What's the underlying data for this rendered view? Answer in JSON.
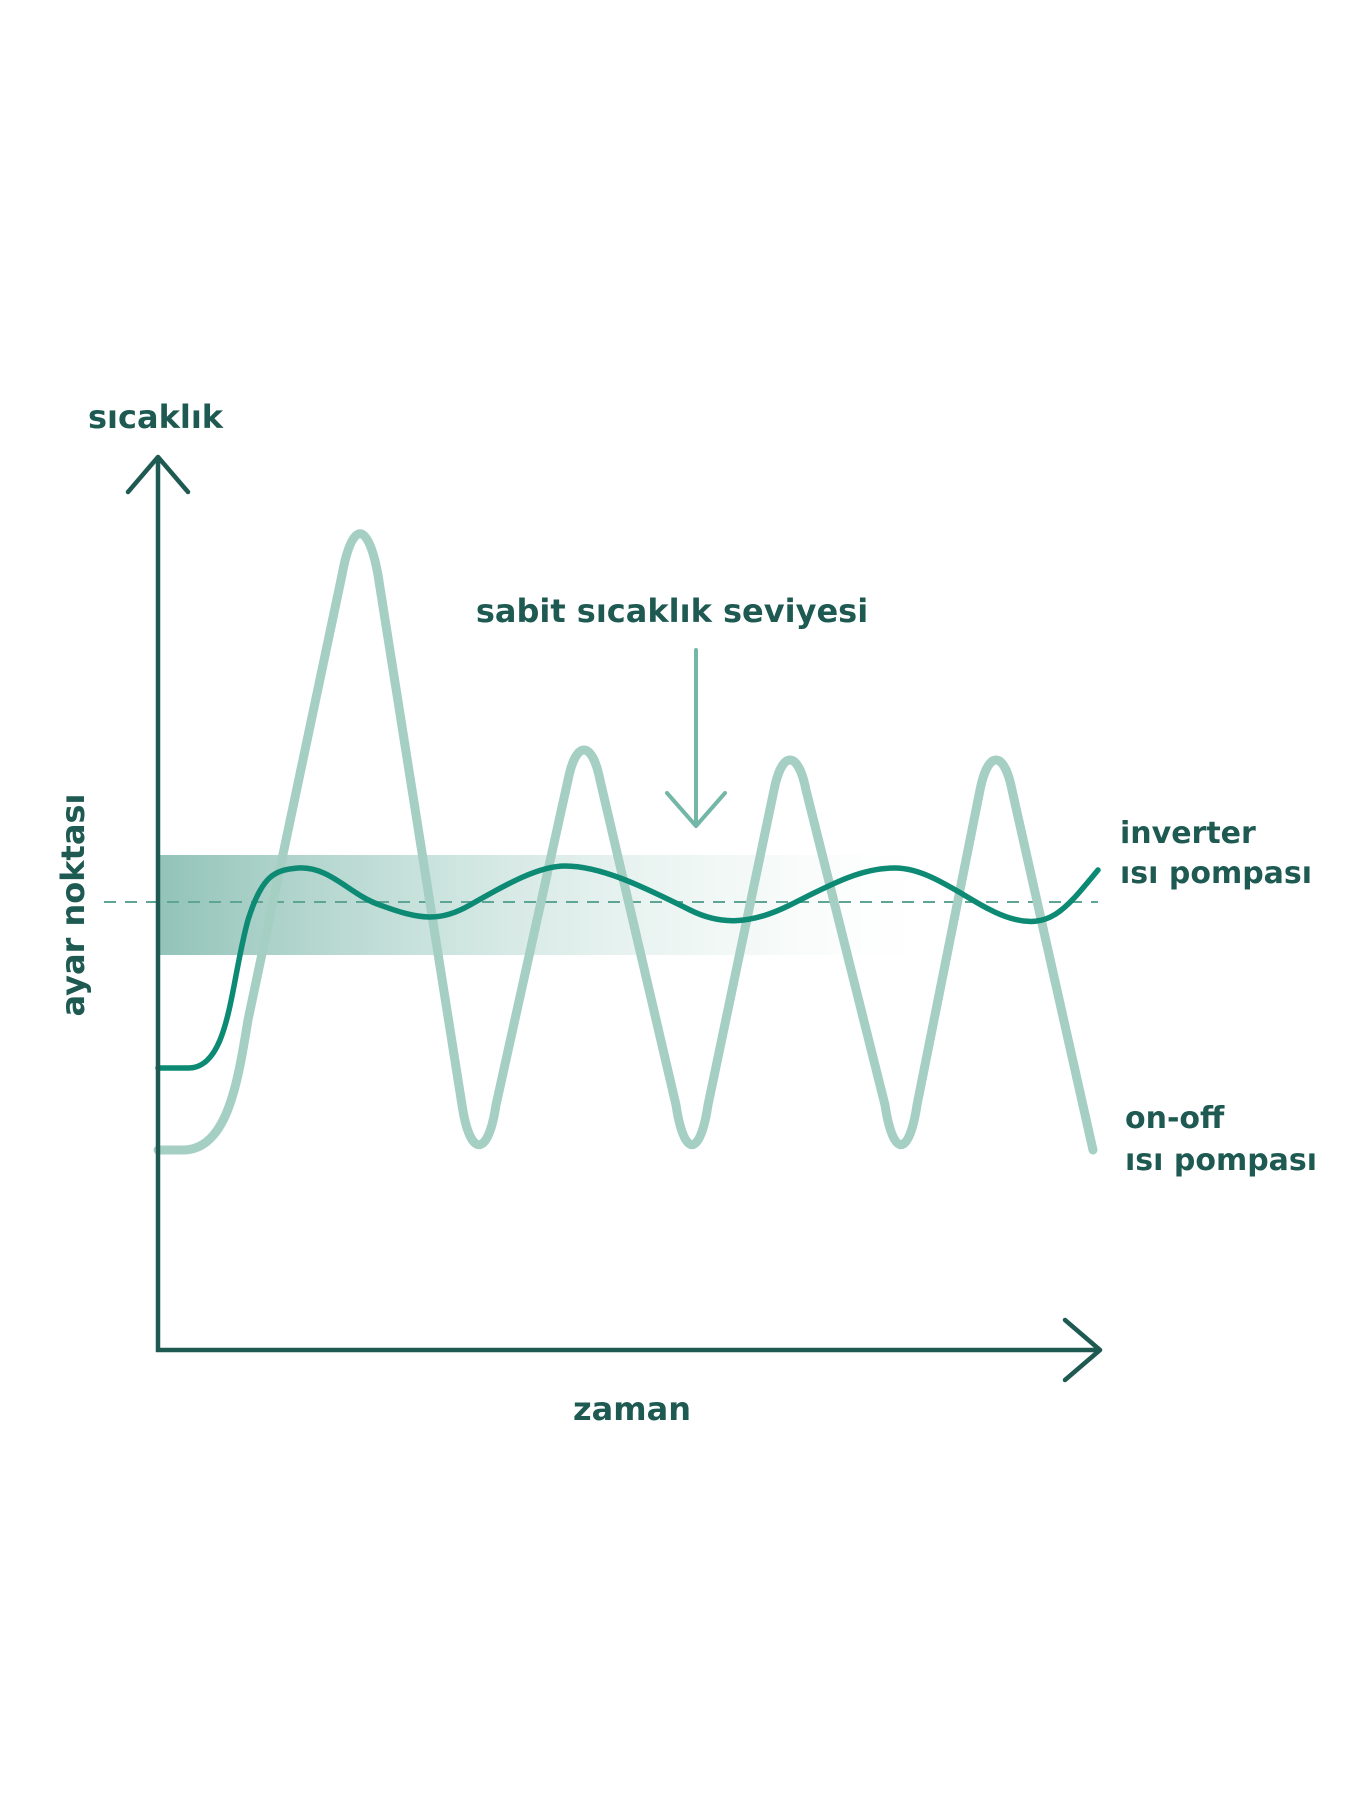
{
  "colors": {
    "axis": "#1e5a52",
    "inverter": "#0d8a74",
    "onoff": "#a5cfc3",
    "band": "#4f9e8d",
    "setpoint": "#5fa595",
    "arrow": "#74b6a7",
    "text": "#1e5a52"
  },
  "labels": {
    "y_axis": "sıcaklık",
    "x_axis": "zaman",
    "setpoint": "ayar noktası",
    "annotation": "sabit sıcaklık seviyesi",
    "inverter_line1": "inverter",
    "inverter_line2": "ısı pompası",
    "onoff_line1": "on-off",
    "onoff_line2": "ısı pompası"
  }
}
